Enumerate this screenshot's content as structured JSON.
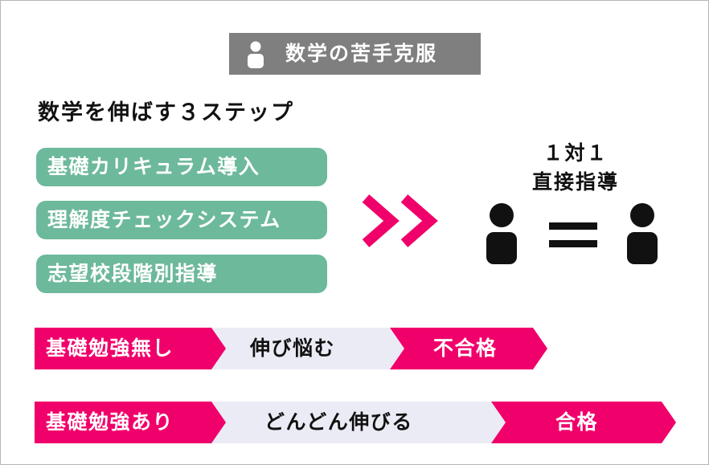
{
  "header": {
    "title": "数学の苦手克服"
  },
  "subtitle": "数学を伸ばす３ステップ",
  "steps": [
    "基礎カリキュラム導入",
    "理解度チェックシステム",
    "志望校段階別指導"
  ],
  "one_to_one": {
    "line1": "１対１",
    "line2": "直接指導"
  },
  "flows": [
    {
      "start": "基礎勉強無し",
      "middle": "伸び悩む",
      "end": "不合格"
    },
    {
      "start": "基礎勉強あり",
      "middle": "どんどん伸びる",
      "end": "合格"
    }
  ],
  "colors": {
    "header_bg": "#7f7f7f",
    "step_bg": "#6db99b",
    "accent": "#f0006a",
    "flow_mid": "#ebebf5",
    "text": "#111111"
  },
  "icons": [
    "person-icon",
    "double-chevron-right-icon",
    "equals-icon"
  ]
}
